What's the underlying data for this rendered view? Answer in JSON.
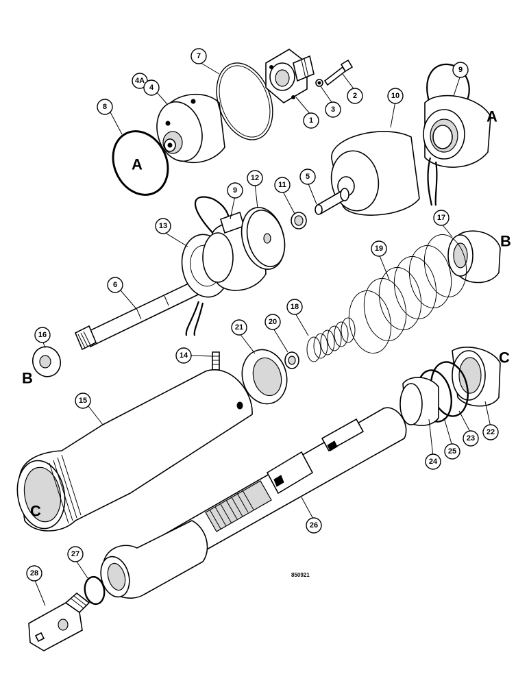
{
  "drawing_code": "850921",
  "callouts": [
    {
      "label": "1"
    },
    {
      "label": "2"
    },
    {
      "label": "3"
    },
    {
      "label": "4A"
    },
    {
      "label": "4"
    },
    {
      "label": "5"
    },
    {
      "label": "6"
    },
    {
      "label": "7"
    },
    {
      "label": "8"
    },
    {
      "label": "9"
    },
    {
      "label": "9"
    },
    {
      "label": "10"
    },
    {
      "label": "11"
    },
    {
      "label": "12"
    },
    {
      "label": "13"
    },
    {
      "label": "14"
    },
    {
      "label": "15"
    },
    {
      "label": "16"
    },
    {
      "label": "17"
    },
    {
      "label": "18"
    },
    {
      "label": "19"
    },
    {
      "label": "20"
    },
    {
      "label": "21"
    },
    {
      "label": "22"
    },
    {
      "label": "23"
    },
    {
      "label": "24"
    },
    {
      "label": "25"
    },
    {
      "label": "26"
    },
    {
      "label": "27"
    },
    {
      "label": "28"
    }
  ],
  "reference_letters": [
    {
      "label": "A"
    },
    {
      "label": "A"
    },
    {
      "label": "B"
    },
    {
      "label": "B"
    },
    {
      "label": "C"
    },
    {
      "label": "C"
    }
  ]
}
